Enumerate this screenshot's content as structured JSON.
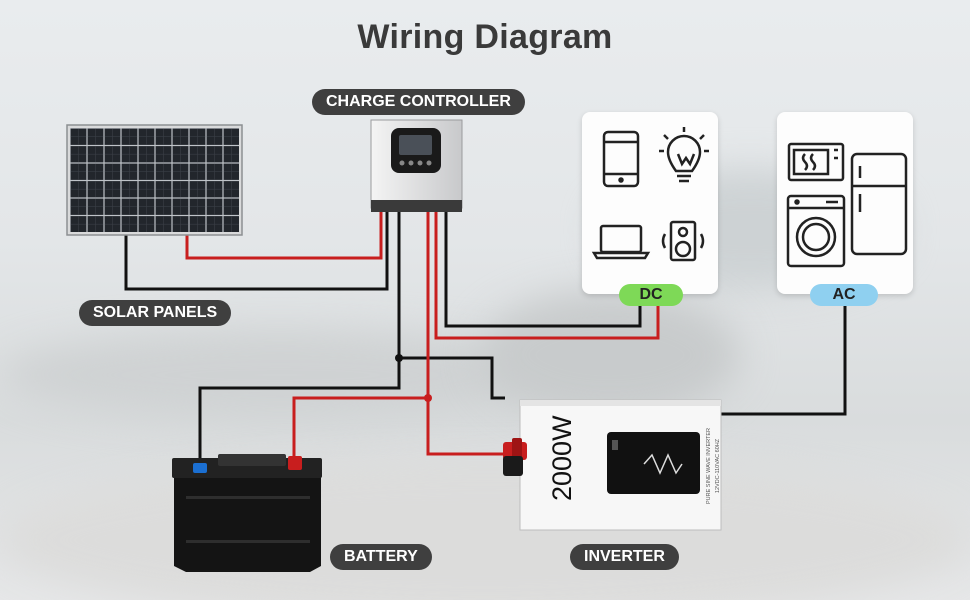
{
  "title": "Wiring Diagram",
  "labels": {
    "charge_controller": "CHARGE CONTROLLER",
    "solar_panels": "SOLAR PANELS",
    "battery": "BATTERY",
    "inverter": "INVERTER",
    "dc": "DC",
    "ac": "AC"
  },
  "inverter": {
    "power": "2000W",
    "side_text": "PURE SINE WAVE INVERTER",
    "side_text_2": "12VDC-110VAC 60HZ"
  },
  "colors": {
    "positive_wire": "#c81e1e",
    "negative_wire": "#111111",
    "dc_tag": "#7ed957",
    "ac_tag": "#8fd0f0",
    "label_bg": "#3f3f3f"
  },
  "dc_loads": [
    "phone-icon",
    "bulb-icon",
    "laptop-icon",
    "speaker-icon"
  ],
  "ac_loads": [
    "microwave-icon",
    "fridge-icon",
    "washing-machine-icon"
  ]
}
